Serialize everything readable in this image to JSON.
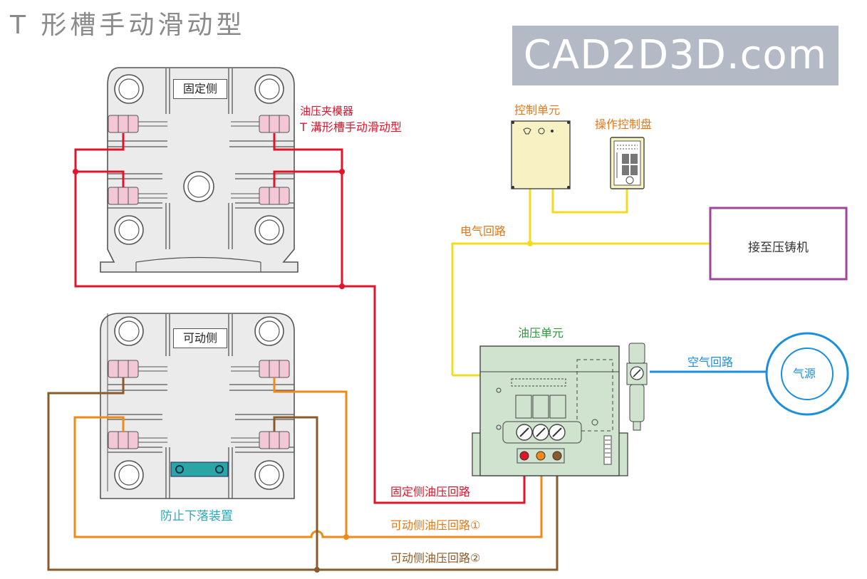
{
  "title": "T 形槽手动滑动型",
  "watermark": "CAD2D3D.com",
  "plates": {
    "fixed_label": "固定侧",
    "moving_label": "可动侧"
  },
  "clamp_label": {
    "line1": "油压夹模器",
    "line2": "T 溝形槽手动滑动型"
  },
  "units": {
    "control_unit": "控制单元",
    "operation_panel": "操作控制盘",
    "hydraulic_unit": "油压单元",
    "air_source": "气源",
    "die_casting_machine": "接至压铸机"
  },
  "circuits": {
    "electric": "电气回路",
    "air": "空气回路",
    "fixed_hydraulic": "固定侧油压回路",
    "moving_hydraulic_1": "可动侧油压回路①",
    "moving_hydraulic_2": "可动侧油压回路②"
  },
  "anti_drop": "防止下落装置",
  "colors": {
    "fixed_line": "#e0142a",
    "moving1_line": "#ee8a18",
    "moving2_line": "#8b5a2b",
    "electric_line": "#f2dc22",
    "air_line": "#1a8fdc",
    "machine_box": "#a0459a",
    "plate_fill": "#ebebeb",
    "clamp_fill": "#f3c7d5",
    "unit_green": "#cfe3cf",
    "control_fill": "#f7f1c4",
    "label_green": "#2a9a3a",
    "label_orange": "#e2781a",
    "label_teal": "#29a9b7",
    "label_blue": "#1a8fdc"
  }
}
